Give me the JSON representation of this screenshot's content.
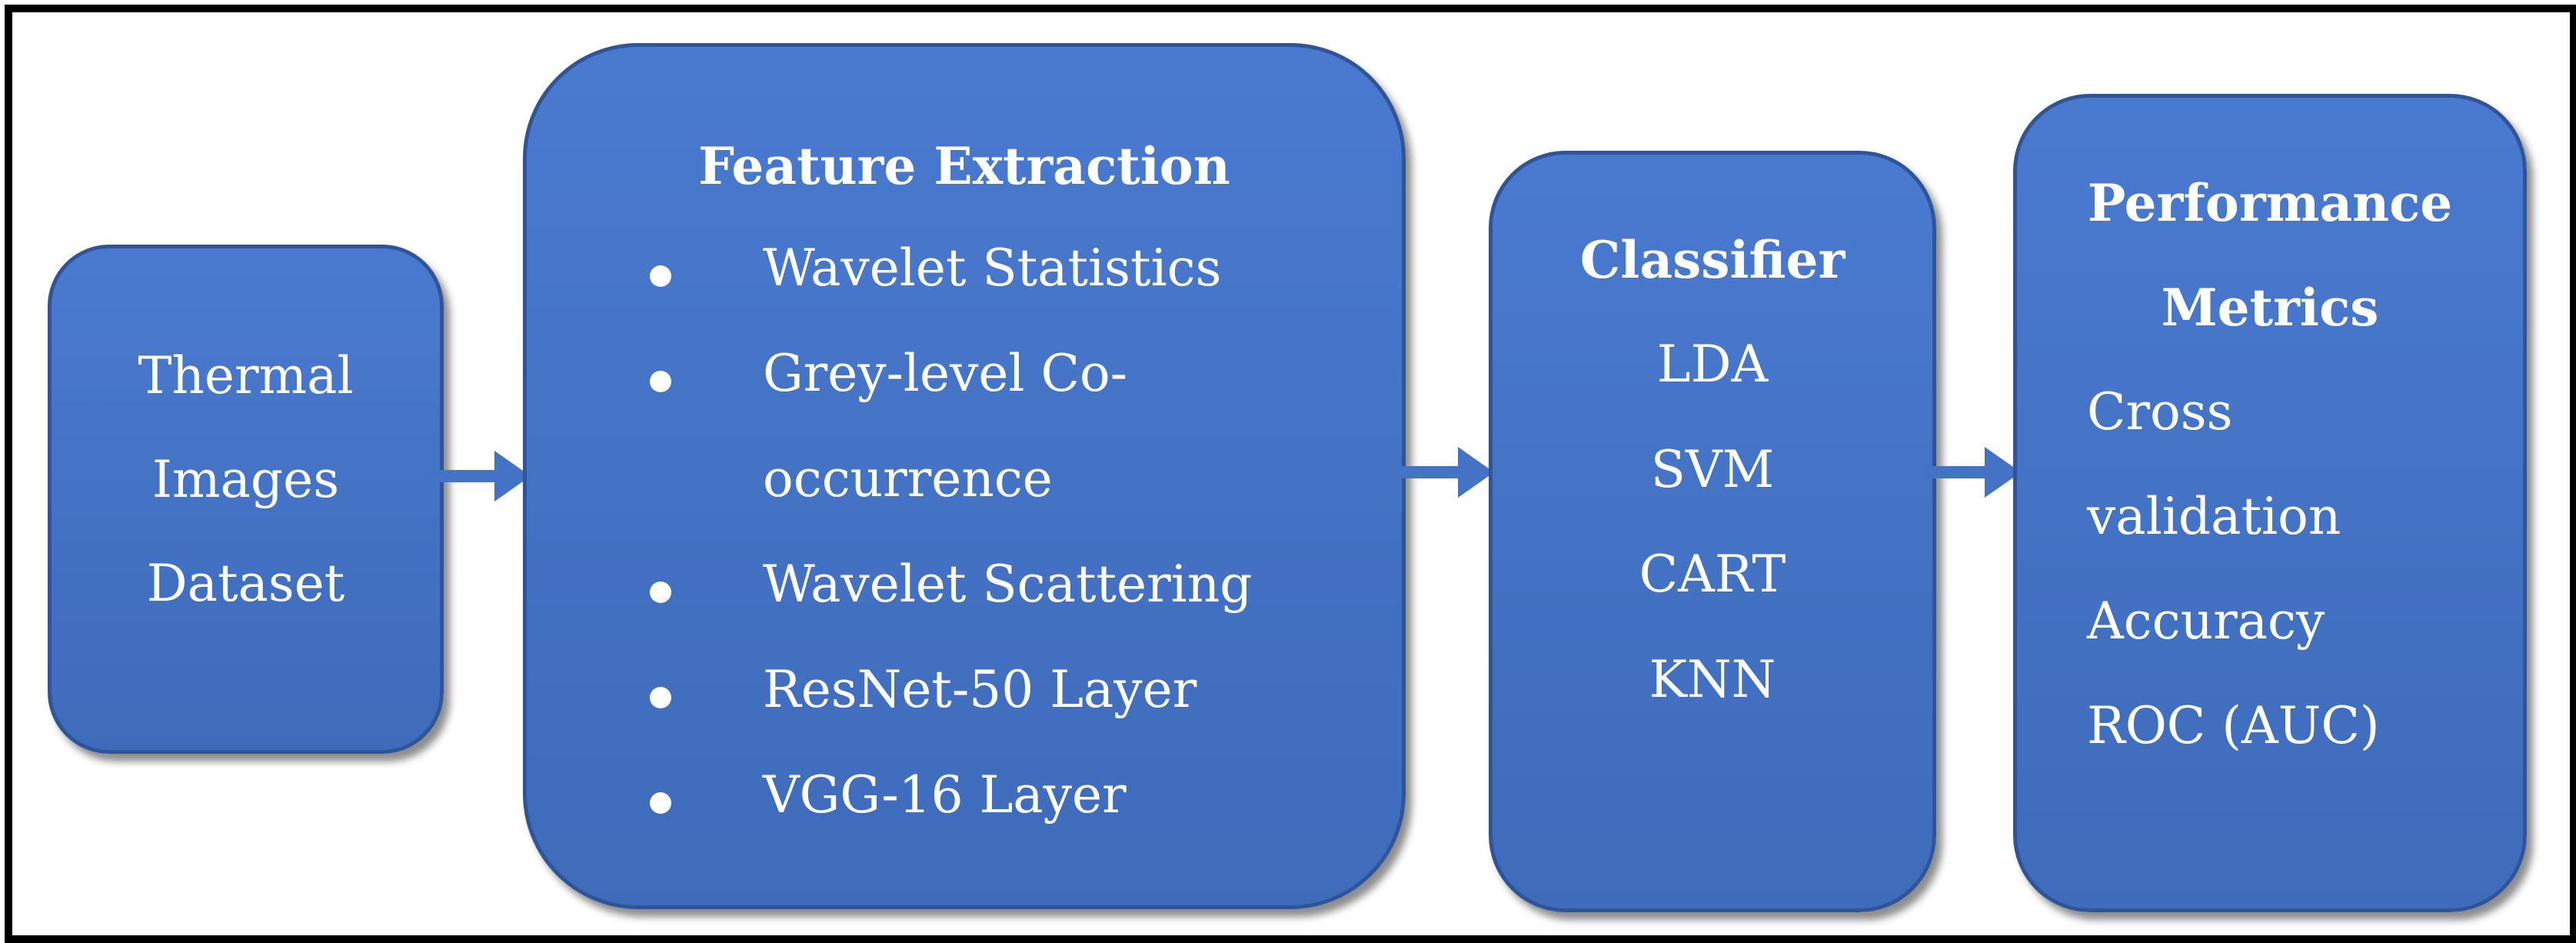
{
  "input_box": {
    "lines": [
      "Thermal",
      "Images",
      "Dataset"
    ]
  },
  "feature_box": {
    "title": "Feature Extraction",
    "items": [
      "Wavelet Statistics",
      "Grey-level Co-",
      "occurrence",
      "Wavelet Scattering",
      "ResNet-50 Layer",
      "VGG-16 Layer"
    ]
  },
  "classifier_box": {
    "title": "Classifier",
    "items": [
      "LDA",
      "SVM",
      "CART",
      "KNN"
    ]
  },
  "metrics_box": {
    "title_lines": [
      "Performance",
      "Metrics"
    ],
    "items": [
      "Cross",
      "validation",
      "Accuracy",
      "ROC (AUC)"
    ]
  },
  "colors": {
    "box_fill": "#4472c4",
    "box_border": "#2f5597",
    "arrow": "#4472c4",
    "frame": "#000000"
  }
}
